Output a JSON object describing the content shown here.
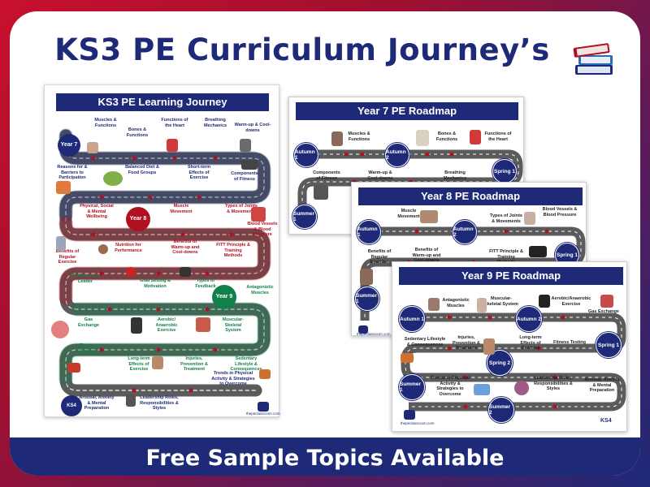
{
  "title": "KS3 PE  Curriculum Journey’s",
  "footer_banner": "Free Sample Topics Available",
  "colors": {
    "navy": "#1e2a78",
    "red": "#b01020",
    "green": "#12804a",
    "gradient_start": "#c8102e",
    "gradient_end": "#1e2a78"
  },
  "icons": {
    "books": "stacked-books-icon"
  },
  "learning_journey": {
    "title": "KS3 PE Learning Journey",
    "year_markers": [
      "Year 7",
      "Year 8",
      "Year 9",
      "KS4"
    ],
    "topics": [
      "Muscles & Functions",
      "Bones & Functions",
      "Functions of the Heart",
      "Breathing Mechanics",
      "Warm-up & Cool-downs",
      "Reasons for & Barriers to Participation",
      "Balanced Diet & Food Groups",
      "Short-term Effects of Exercise",
      "Components of Fitness",
      "Physical, Social & Mental Wellbeing",
      "Muscle Movement",
      "Types of Joints & Movements",
      "Nutrition for Performance",
      "Benefits of Warm-up and Cool-downs",
      "FITT Principle & Training Methods",
      "Blood Vessels & Blood Pressure",
      "Benefits of Regular Exercise",
      "Qualities of a Leader",
      "Goal Setting & Motivation",
      "Types of Feedback",
      "Antagonistic Muscles",
      "Gas Exchange",
      "Aerobic/ Anaerobic Exercise",
      "Muscular-Skeletal System",
      "Fitness Testing",
      "Long-term Effects of Exercise",
      "Injuries, Prevention & Treatment",
      "Sedentary Lifestyle & Consequences",
      "Arousal, Anxiety & Mental Preparation",
      "Leadership Roles, Responsibilities & Styles",
      "Trends in Physical Activity & Strategies to Overcome"
    ],
    "site": "thepeclassroom.com"
  },
  "roadmap_y7": {
    "title": "Year 7 PE Roadmap",
    "nodes": [
      "Autumn 1",
      "Autumn 2",
      "Spring 1",
      "Summer 1"
    ],
    "topics": [
      "Muscles & Functions",
      "Bones & Functions",
      "Functions of the Heart",
      "Components of Fitness",
      "Warm-up & Cool-downs",
      "Breathing Mechanics"
    ]
  },
  "roadmap_y8": {
    "title": "Year 8 PE Roadmap",
    "nodes": [
      "Autumn 1",
      "Autumn 2",
      "Spring 1",
      "Summer 1"
    ],
    "topics": [
      "Muscle Movement",
      "Types of Joints & Movements",
      "Blood Vessels & Blood Pressure",
      "Benefits of Regular Exercise",
      "Benefits of Warm-up and Cool-downs",
      "FITT Principle & Training Methods"
    ],
    "site": "thepeclassroom.com"
  },
  "roadmap_y9": {
    "title": "Year 9 PE Roadmap",
    "nodes": [
      "Autumn 1",
      "Autumn 2",
      "Spring 1",
      "Spring 2",
      "Summer 1",
      "Summer 2"
    ],
    "topics": [
      "Antagonistic Muscles",
      "Muscular-Skeletal System",
      "Aerobic/Anaerobic Exercise",
      "Gas Exchange",
      "Sedentary Lifestyle & Consequences",
      "Injuries, Prevention & Treatment",
      "Long-term Effects of Exercise",
      "Fitness Testing",
      "Trends in Physical Activity & Strategies to Overcome",
      "Leadership Roles, Responsibilities & Styles",
      "Arousal, Anxiety & Mental Preparation"
    ],
    "ks4": "KS4",
    "site": "thepeclassroom.com"
  }
}
